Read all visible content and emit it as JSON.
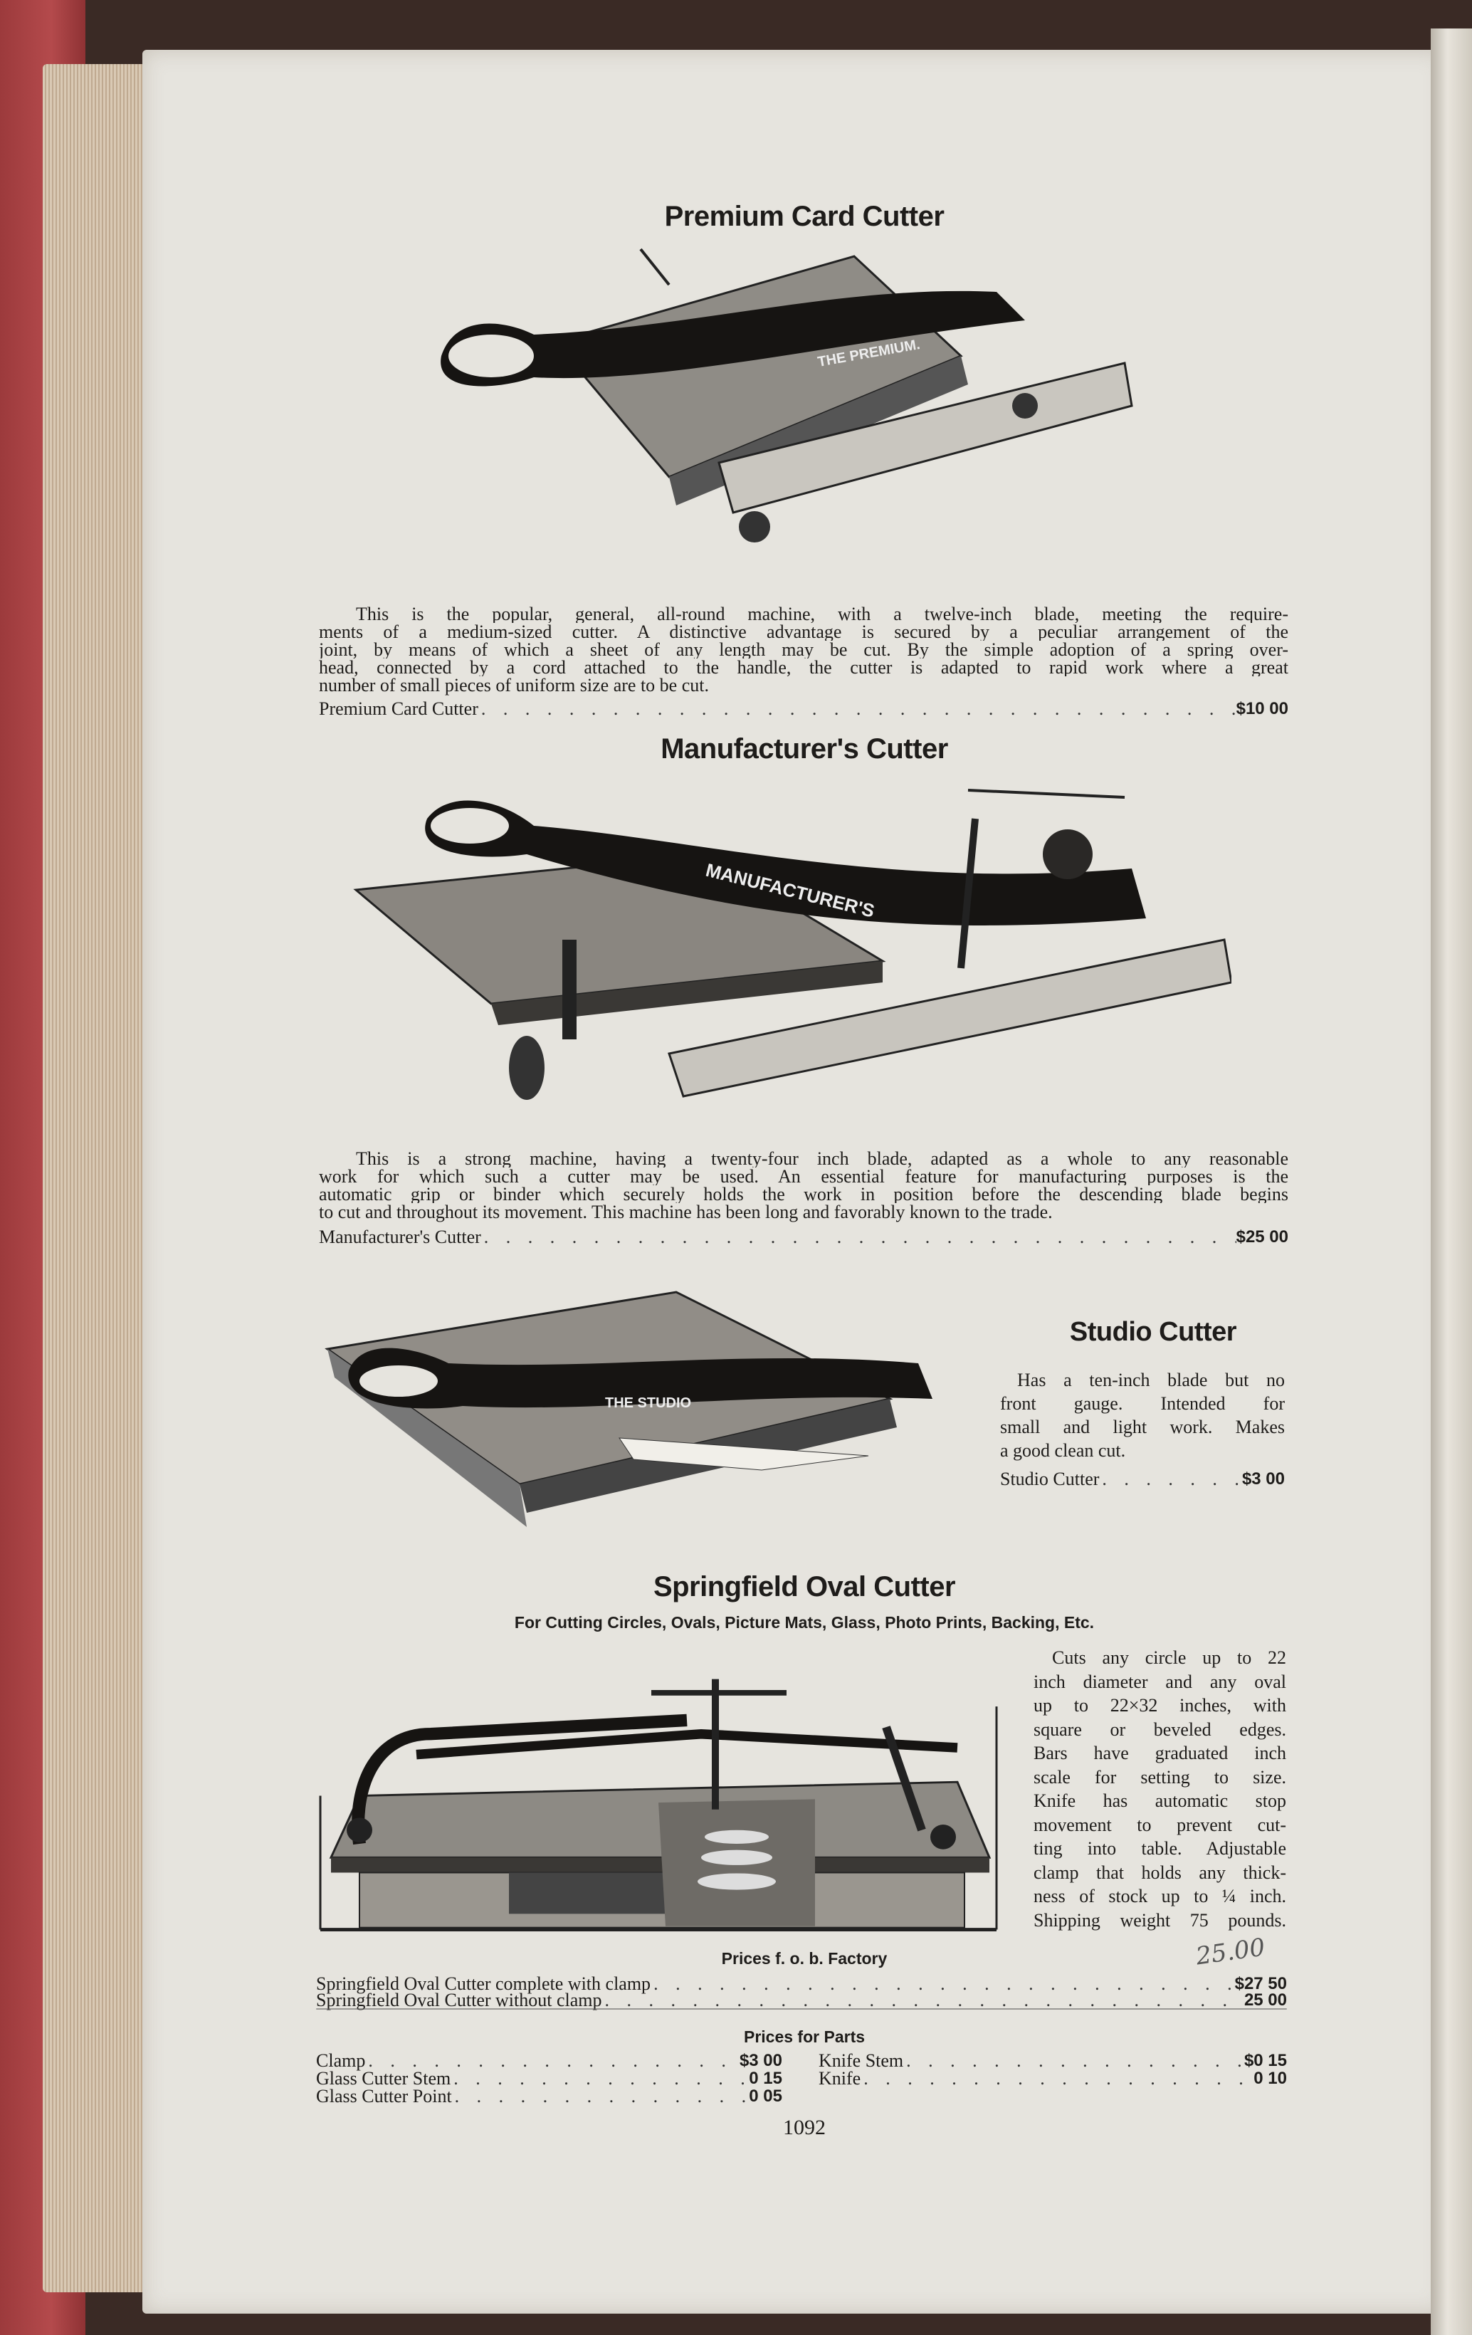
{
  "premium": {
    "title": "Premium Card Cutter",
    "machine_label": "THE PREMIUM.",
    "description_lines": [
      "This is the popular, general, all-round machine, with a twelve-inch blade, meeting the require-",
      "ments of a medium-sized cutter.  A distinctive advantage is secured by a peculiar arrangement of the",
      "joint, by means of which a sheet of any length may be cut.  By the simple adoption of a spring over-",
      "head, connected by a cord attached to the handle, the cutter is adapted to rapid work where a great",
      "number of small pieces of uniform size are to be cut."
    ],
    "price_label": "Premium Card Cutter",
    "price": "$10 00"
  },
  "manufacturers": {
    "title": "Manufacturer's Cutter",
    "machine_label": "MANUFACTURER'S",
    "description_lines": [
      "This is a strong machine, having a twenty-four inch blade, adapted as a whole to any reasonable",
      "work for which such a cutter may be used.  An essential feature for manufacturing purposes is the",
      "automatic grip or binder which securely holds the work in position before the descending blade begins",
      "to cut and throughout its movement.  This machine has been long and favorably known to the trade."
    ],
    "price_label": "Manufacturer's Cutter",
    "price": "$25 00"
  },
  "studio": {
    "title": "Studio Cutter",
    "machine_label": "THE STUDIO",
    "description_lines": [
      "Has a ten-inch blade but no",
      "front gauge.  Intended for",
      "small and light work.  Makes",
      "a good clean cut."
    ],
    "price_label": "Studio Cutter",
    "price": "$3 00"
  },
  "springfield": {
    "title": "Springfield Oval Cutter",
    "subtitle": "For Cutting Circles, Ovals, Picture Mats, Glass, Photo Prints, Backing, Etc.",
    "description_lines": [
      "Cuts any circle up to 22",
      "inch diameter and any oval",
      "up to 22×32 inches, with",
      "square or beveled edges.",
      "Bars have graduated inch",
      "scale for setting to size.",
      "Knife has automatic stop",
      "movement to prevent cut-",
      "ting into table.  Adjustable",
      "clamp that holds any thick-",
      "ness of stock up to ¼ inch.",
      "Shipping weight 75 pounds."
    ],
    "factory_heading": "Prices f. o. b. Factory",
    "handwritten_note": "25.00",
    "factory_prices": [
      {
        "label": "Springfield Oval Cutter complete with clamp",
        "price": "$27 50"
      },
      {
        "label": "Springfield Oval Cutter without clamp",
        "price": "25 00"
      }
    ],
    "parts_heading": "Prices for Parts",
    "parts_left": [
      {
        "label": "Clamp",
        "price": "$3 00"
      },
      {
        "label": "Glass Cutter Stem",
        "price": "0 15"
      },
      {
        "label": "Glass Cutter Point",
        "price": "0 05"
      }
    ],
    "parts_right": [
      {
        "label": "Knife Stem",
        "price": "$0 15"
      },
      {
        "label": "Knife",
        "price": "0 10"
      }
    ]
  },
  "page_number": "1092"
}
